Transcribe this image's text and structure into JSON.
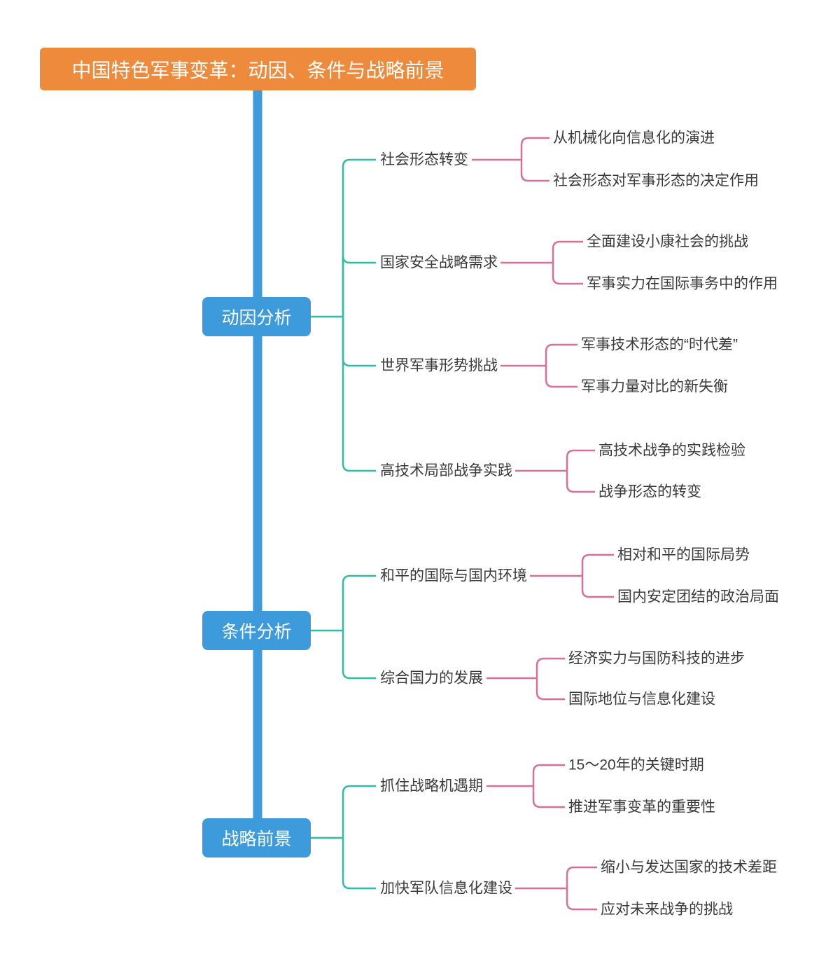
{
  "root": {
    "label": "中国特色军事变革：动因、条件与战略前景"
  },
  "colors": {
    "background": "#ffffff",
    "root_bg": "#ED8A3C",
    "branch_bg": "#3D9BDB",
    "trunk": "#3D9BDB",
    "level2_line": "#2EBEA6",
    "level3_line": "#DB6E98",
    "label_text": "#3A3A3A",
    "node_text": "#ffffff"
  },
  "branches": [
    {
      "label": "动因分析",
      "topics": [
        {
          "label": "社会形态转变",
          "children": [
            "从机械化向信息化的演进",
            "社会形态对军事形态的决定作用"
          ]
        },
        {
          "label": "国家安全战略需求",
          "children": [
            "全面建设小康社会的挑战",
            "军事实力在国际事务中的作用"
          ]
        },
        {
          "label": "世界军事形势挑战",
          "children": [
            "军事技术形态的“时代差”",
            "军事力量对比的新失衡"
          ]
        },
        {
          "label": "高技术局部战争实践",
          "children": [
            "高技术战争的实践检验",
            "战争形态的转变"
          ]
        }
      ]
    },
    {
      "label": "条件分析",
      "topics": [
        {
          "label": "和平的国际与国内环境",
          "children": [
            "相对和平的国际局势",
            "国内安定团结的政治局面"
          ]
        },
        {
          "label": "综合国力的发展",
          "children": [
            "经济实力与国防科技的进步",
            "国际地位与信息化建设"
          ]
        }
      ]
    },
    {
      "label": "战略前景",
      "topics": [
        {
          "label": "抓住战略机遇期",
          "children": [
            "15～20年的关键时期",
            "推进军事变革的重要性"
          ]
        },
        {
          "label": "加快军队信息化建设",
          "children": [
            "缩小与发达国家的技术差距",
            "应对未来战争的挑战"
          ]
        }
      ]
    }
  ]
}
